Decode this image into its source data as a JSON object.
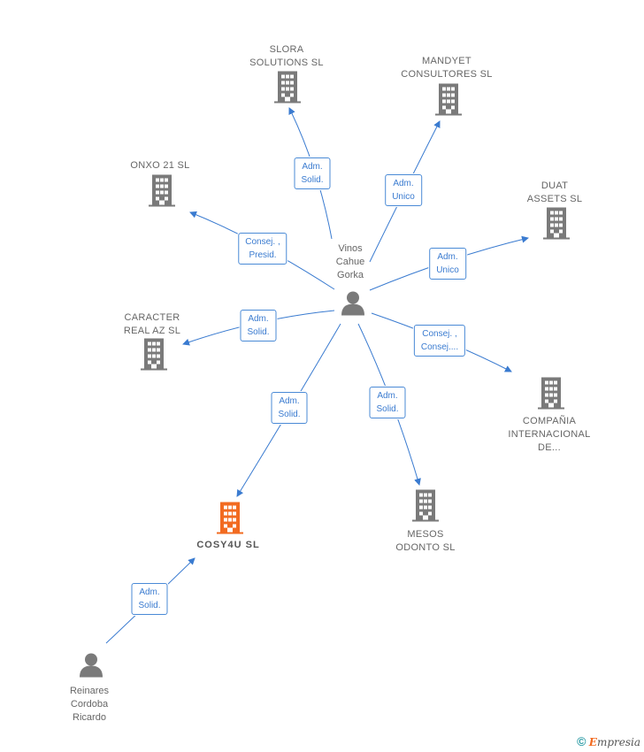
{
  "colors": {
    "link": "#3a7bd0",
    "company_icon": "#7a7a7a",
    "focus_icon": "#f26b21",
    "person_icon": "#7a7a7a"
  },
  "center_person": {
    "name": "Vinos\nCahue\nGorka"
  },
  "bottom_person": {
    "name": "Reinares\nCordoba\nRicardo"
  },
  "focus_company": {
    "name": "COSY4U  SL"
  },
  "companies": [
    {
      "key": "slora",
      "name": "SLORA\nSOLUTIONS SL"
    },
    {
      "key": "mandyet",
      "name": "MANDYET\nCONSULTORES SL"
    },
    {
      "key": "onxo",
      "name": "ONXO 21  SL"
    },
    {
      "key": "duat",
      "name": "DUAT\nASSETS SL"
    },
    {
      "key": "caracter",
      "name": "CARACTER\nREAL AZ  SL"
    },
    {
      "key": "compania",
      "name": "COMPAÑIA\nINTERNACIONAL\nDE..."
    },
    {
      "key": "mesos",
      "name": "MESOS\nODONTO SL"
    }
  ],
  "roles": {
    "slora": "Adm.\nSolid.",
    "mandyet": "Adm.\nUnico",
    "onxo": "Consej. ,\nPresid.",
    "duat": "Adm.\nUnico",
    "caracter": "Adm.\nSolid.",
    "compania": "Consej. ,\nConsej....",
    "mesos": "Adm.\nSolid.",
    "cosy": "Adm.\nSolid.",
    "reinares": "Adm.\nSolid."
  },
  "watermark": {
    "symbol": "©",
    "brand_initial": "E",
    "brand_rest": "mpresia"
  }
}
